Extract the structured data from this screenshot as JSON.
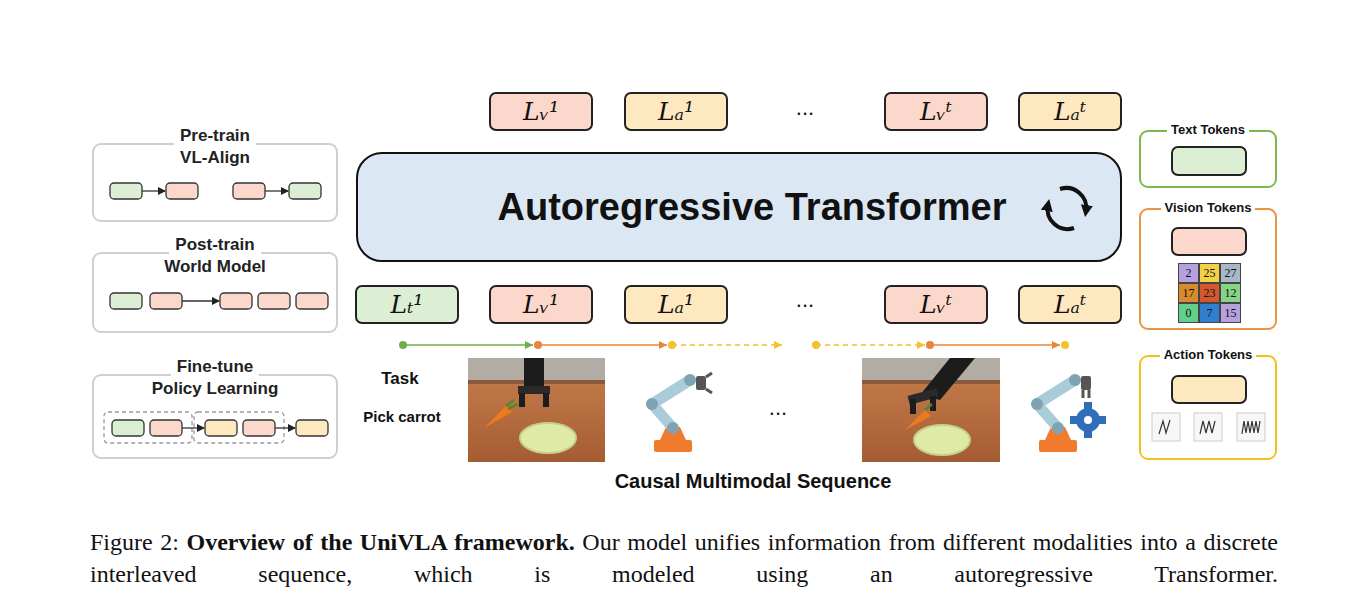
{
  "diagram": {
    "caption": "Figure 2: Overview of the UniVLA framework. Our model unifies information from different modalities into a discrete interleaved sequence, which is modeled using an autoregressive Transformer.",
    "nodes": [
      {
        "text": [
          "Pre-train VL-Align"
        ]
      },
      {
        "text": [
          "Post-train World Model"
        ]
      },
      {
        "text": [
          "Fine-tune Policy Learning"
        ]
      },
      {
        "text": [
          "Lᵥ¹"
        ]
      },
      {
        "text": [
          "Lₐ¹"
        ]
      },
      {
        "text": [
          "Lᵥᵗ"
        ]
      },
      {
        "text": [
          "Lₐᵗ"
        ]
      },
      {
        "text": [
          "Autoregressive Transformer"
        ]
      },
      {
        "text": [
          "Lₜ¹"
        ]
      },
      {
        "text": [
          "Lᵥ¹"
        ]
      },
      {
        "text": [
          "Lₐ¹"
        ]
      },
      {
        "text": [
          "Lᵥᵗ"
        ]
      },
      {
        "text": [
          "Lₐᵗ"
        ]
      },
      {
        "text": [
          "Text Tokens"
        ]
      },
      {
        "text": [
          "Vision Tokens"
        ]
      },
      {
        "text": [
          "2"
        ],
        "in": 14
      },
      {
        "text": [
          "25"
        ],
        "in": 14
      },
      {
        "text": [
          "27"
        ],
        "in": 14
      },
      {
        "text": [
          "17"
        ],
        "in": 14
      },
      {
        "text": [
          "23"
        ],
        "in": 14
      },
      {
        "text": [
          "12"
        ],
        "in": 14
      },
      {
        "text": [
          "0"
        ],
        "in": 14
      },
      {
        "text": [
          "7"
        ],
        "in": 14
      },
      {
        "text": [
          "15"
        ],
        "in": 14
      },
      {
        "text": [
          "Action Tokens"
        ]
      }
    ],
    "labels": [
      "...",
      "...",
      "Task",
      "Pick carrot",
      "...",
      "Causal Multimodal Sequence"
    ]
  }
}
